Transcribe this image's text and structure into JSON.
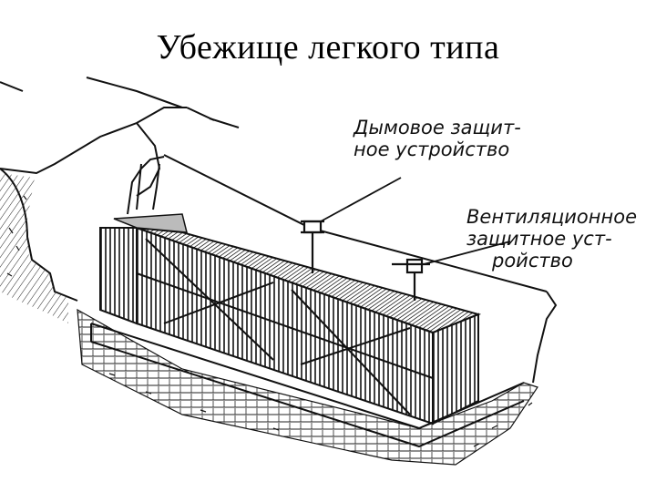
{
  "title": "Убежище легкого типа",
  "labels": {
    "smoke_device": [
      "Дымовое защит-",
      "ное устройство"
    ],
    "vent_device": [
      "Вентиляционное",
      "защитное уст-",
      "ройство"
    ]
  },
  "colors": {
    "ink": "#111111",
    "paper": "#ffffff"
  }
}
